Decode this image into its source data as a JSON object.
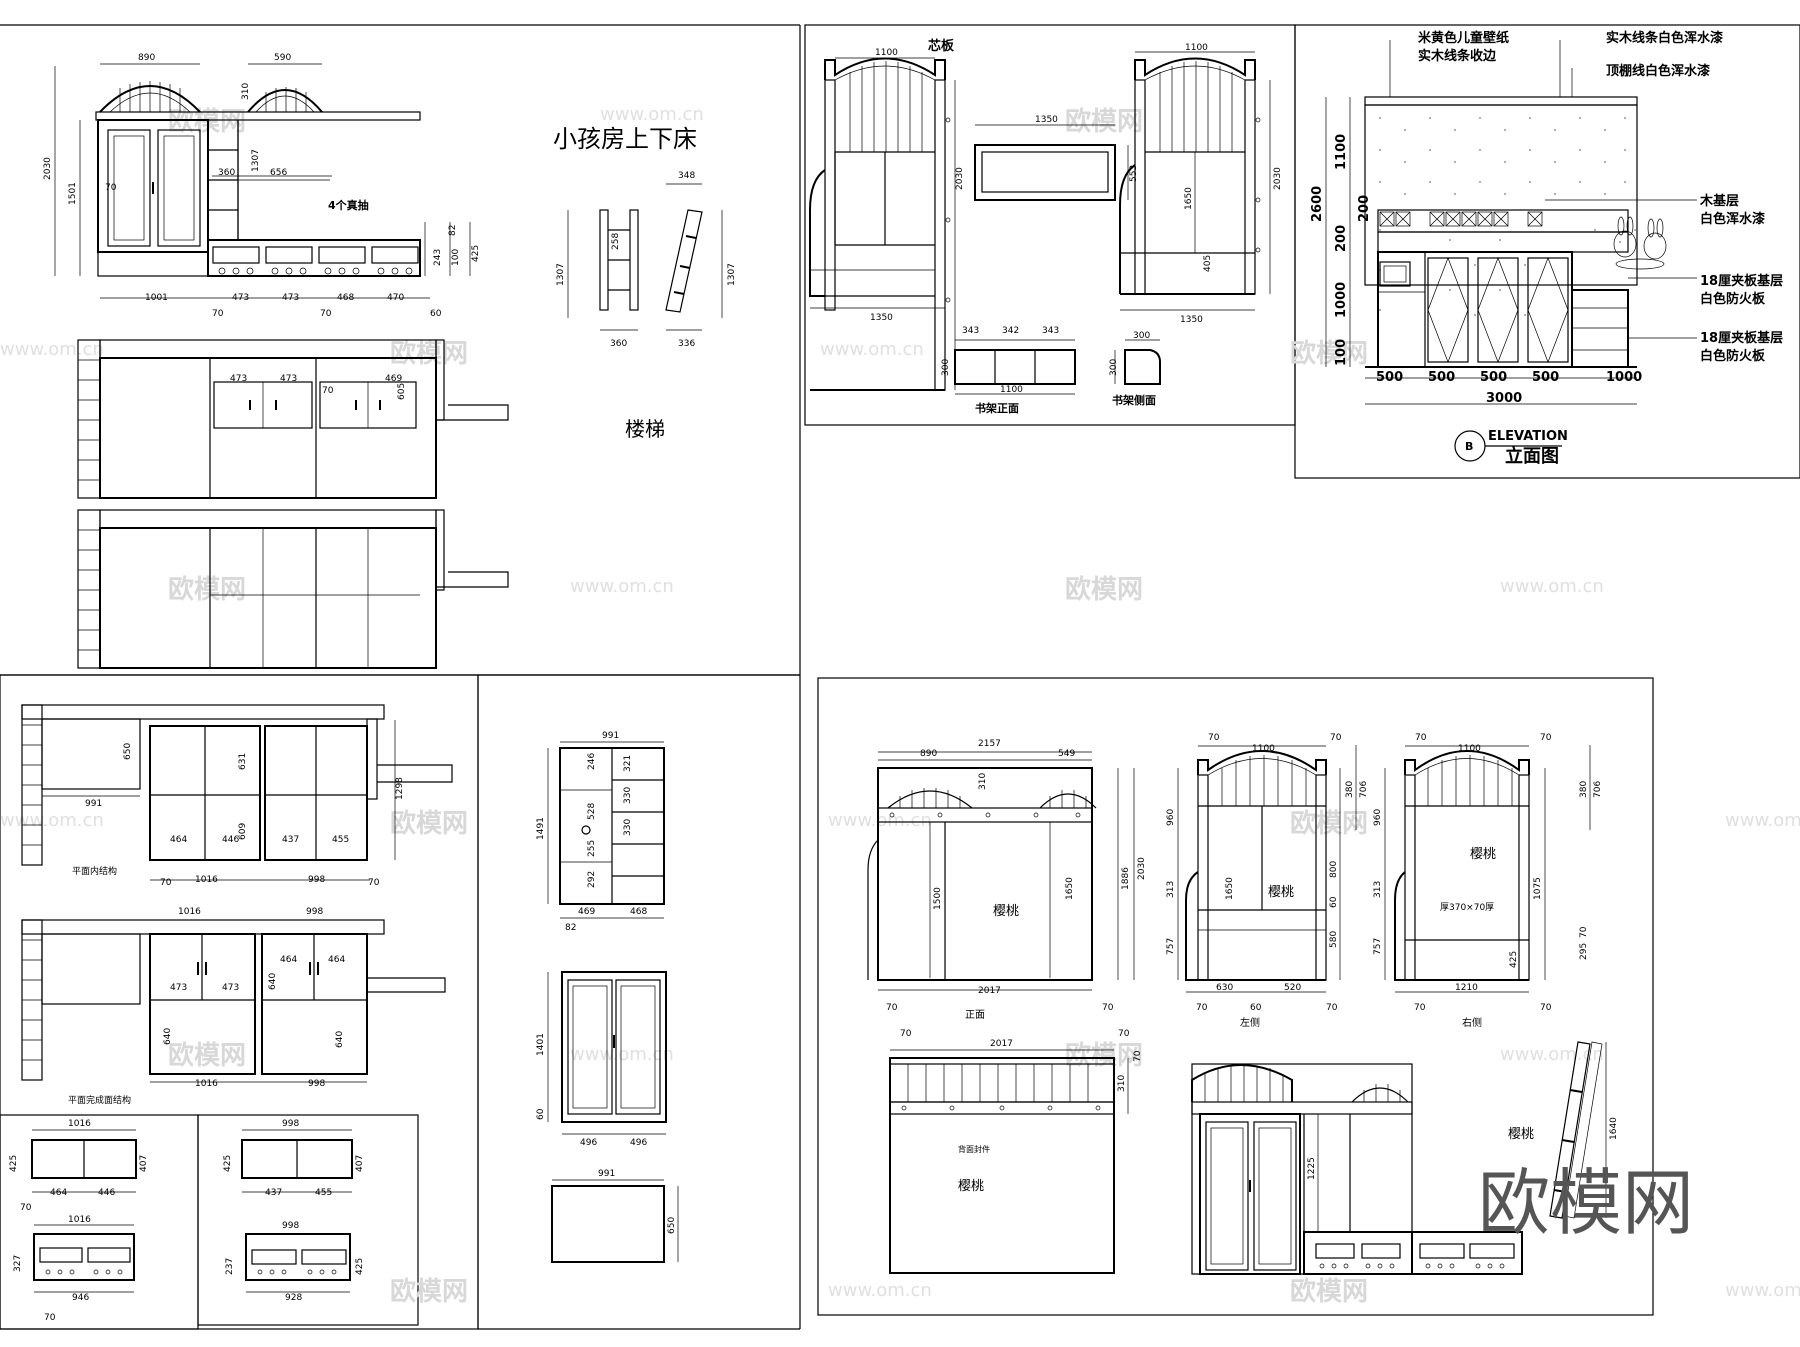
{
  "titles": {
    "bunk_bed_title": "小孩房上下床",
    "stairs_title": "楼梯",
    "elevation_code": "B",
    "elevation_en": "ELEVATION",
    "elevation_cn": "立面图",
    "core_board": "芯板",
    "bookshelf_front": "书架正面",
    "bookshelf_side": "书架侧面",
    "four_drawers": "4个真抽",
    "plan_inner": "平面内结构",
    "plan_door": "平面完成面结构",
    "front_view": "正面",
    "left_side": "左侧",
    "right_side": "右侧",
    "material_cherry": "樱桃",
    "back_panel": "背面封件"
  },
  "callouts": {
    "wallpaper_1": "米黄色儿童壁纸",
    "wallpaper_2": "实木线条收边",
    "trim_paint": "实木线条白色浑水漆",
    "ceiling_line": "顶棚线白色浑水漆",
    "wood_base_1": "木基层",
    "wood_base_2": "白色浑水漆",
    "ply_1a": "18厘夹板基层",
    "ply_1b": "白色防火板",
    "ply_2a": "18厘夹板基层",
    "ply_2b": "白色防火板"
  },
  "elevation_dims": {
    "heights": [
      "1100",
      "200",
      "200",
      "1000",
      "100"
    ],
    "total_height": "2600",
    "widths": [
      "500",
      "500",
      "500",
      "500",
      "1000"
    ],
    "total_width": "3000"
  },
  "watermark": {
    "brand": "欧模网",
    "url": "www.om.cn"
  },
  "dims": {
    "a1": "890",
    "a2": "590",
    "a3": "2030",
    "a4": "1501",
    "a5": "310",
    "a6": "360",
    "a7": "656",
    "a8": "1307",
    "a9": "1001",
    "a10": "473",
    "a11": "473",
    "a12": "468",
    "a13": "470",
    "a14": "70",
    "a15": "70",
    "a16": "60",
    "a17": "82",
    "a18": "243",
    "a19": "100",
    "a20": "425",
    "b1": "473",
    "b2": "473",
    "b3": "469",
    "b4": "605",
    "c1": "348",
    "c2": "1307",
    "c3": "1307",
    "c4": "258",
    "c5": "360",
    "c6": "336",
    "d1": "1100",
    "d2": "2030",
    "d3": "1350",
    "d4": "1350",
    "d5": "553",
    "d6": "1100",
    "d7": "2030",
    "d8": "1650",
    "d9": "405",
    "d10": "1350",
    "d11": "343",
    "d12": "342",
    "d13": "343",
    "d14": "1100",
    "d15": "300",
    "d16": "300",
    "d17": "300",
    "e1": "650",
    "e2": "991",
    "e3": "631",
    "e4": "609",
    "e5": "464",
    "e6": "446",
    "e7": "437",
    "e8": "455",
    "e9": "1016",
    "e10": "998",
    "e11": "1298",
    "f1": "1016",
    "f2": "998",
    "f3": "464",
    "f4": "464",
    "f5": "473",
    "f6": "473",
    "f7": "640",
    "f8": "640",
    "f9": "640",
    "g1": "1016",
    "g2": "464",
    "g3": "446",
    "g4": "407",
    "g5": "425",
    "g6": "946",
    "g7": "327",
    "h1": "998",
    "h2": "437",
    "h3": "455",
    "h4": "407",
    "h5": "425",
    "h6": "928",
    "h7": "237",
    "i1": "991",
    "i2": "1491",
    "i3": "246",
    "i4": "321",
    "i5": "528",
    "i6": "330",
    "i7": "255",
    "i8": "330",
    "i9": "292",
    "i10": "469",
    "i11": "468",
    "i12": "1401",
    "i13": "496",
    "i14": "496",
    "i15": "991",
    "i16": "650",
    "j1": "2157",
    "j2": "890",
    "j3": "549",
    "j4": "1500",
    "j5": "1650",
    "j6": "1886",
    "j7": "2030",
    "j8": "2017",
    "k1": "1100",
    "k2": "960",
    "k3": "313",
    "k4": "757",
    "k5": "1650",
    "k6": "630",
    "k7": "520",
    "k8": "706",
    "k9": "380",
    "k10": "800",
    "k11": "580",
    "k12": "1100",
    "k13": "1075",
    "k14": "1210",
    "k15": "425",
    "k16": "295",
    "l1": "2017",
    "l2": "310",
    "l3": "1225",
    "l4": "1640",
    "l5": "厚370×70厚"
  }
}
